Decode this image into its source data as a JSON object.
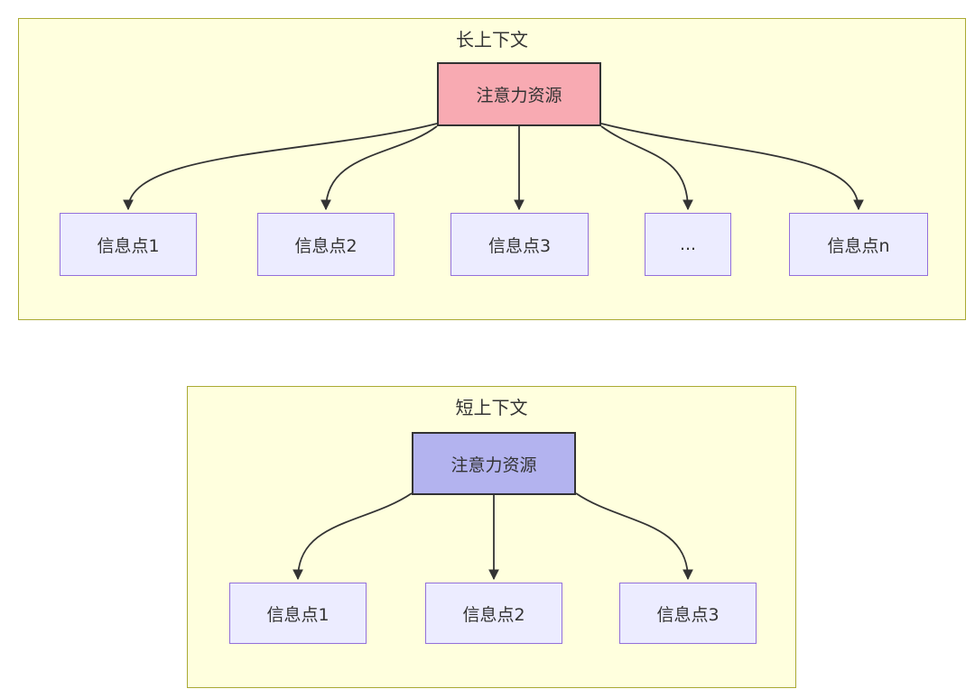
{
  "panels": [
    {
      "id": "long-context",
      "title": "长上下文",
      "attention": {
        "label": "注意力资源",
        "fill": "#F8AAB2"
      },
      "nodes": [
        {
          "label": "信息点1"
        },
        {
          "label": "信息点2"
        },
        {
          "label": "信息点3"
        },
        {
          "label": "..."
        },
        {
          "label": "信息点n"
        }
      ]
    },
    {
      "id": "short-context",
      "title": "短上下文",
      "attention": {
        "label": "注意力资源",
        "fill": "#B3B3EF"
      },
      "nodes": [
        {
          "label": "信息点1"
        },
        {
          "label": "信息点2"
        },
        {
          "label": "信息点3"
        }
      ]
    }
  ],
  "colors": {
    "panel_fill": "#FFFFDE",
    "panel_border": "#AAAA33",
    "info_node_fill": "#ECECFF",
    "info_node_border": "#9370DB",
    "attention_long_fill": "#F8AAB2",
    "attention_short_fill": "#B3B3EF",
    "attention_border": "#333333",
    "arrow": "#333333",
    "text": "#333333"
  }
}
